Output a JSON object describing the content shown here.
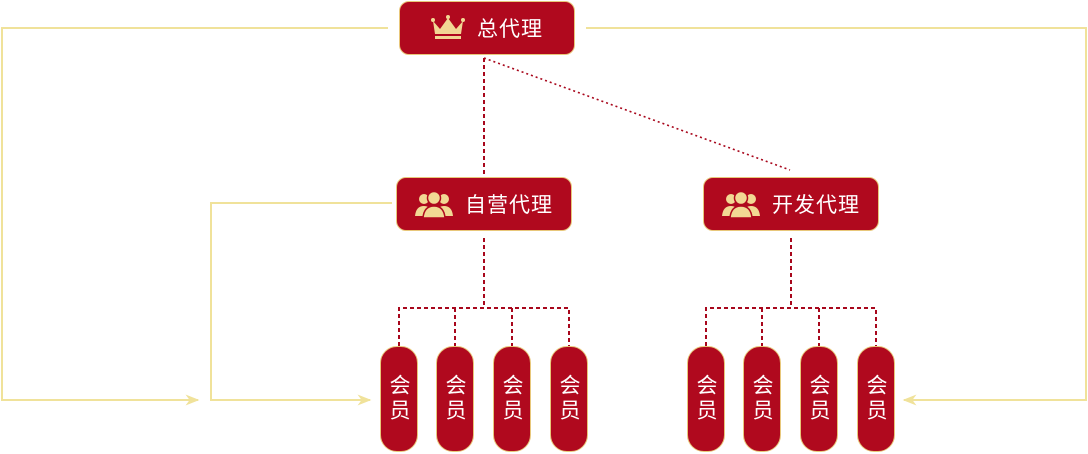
{
  "colors": {
    "node_fill": "#b0091e",
    "node_border": "#e8c77a",
    "connector_dotted": "#a8071c",
    "flow_line": "#f0e29a",
    "icon": "#f2d894"
  },
  "diagram": {
    "root": {
      "label": "总代理",
      "icon": "crown-icon"
    },
    "branches": [
      {
        "label": "自营代理",
        "icon": "users-icon",
        "members": [
          "会员",
          "会员",
          "会员",
          "会员"
        ]
      },
      {
        "label": "开发代理",
        "icon": "users-icon",
        "members": [
          "会员",
          "会员",
          "会员",
          "会员"
        ]
      }
    ]
  }
}
